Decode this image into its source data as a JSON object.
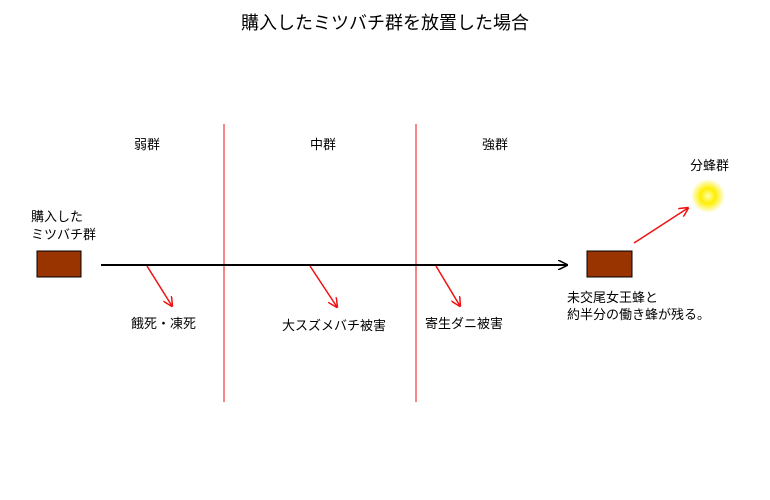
{
  "title": "購入したミツバチ群を放置した場合",
  "sections": [
    {
      "label": "弱群"
    },
    {
      "label": "中群"
    },
    {
      "label": "強群"
    }
  ],
  "start": {
    "label_line1": "購入した",
    "label_line2": "ミツバチ群"
  },
  "events": [
    {
      "label": "餓死・凍死"
    },
    {
      "label": "大スズメバチ被害"
    },
    {
      "label": "寄生ダニ被害"
    }
  ],
  "end": {
    "label_line1": "未交尾女王蜂と",
    "label_line2": "約半分の働き蜂が残る。"
  },
  "swarm": {
    "label": "分蜂群"
  },
  "colors": {
    "box_fill": "#993300",
    "divider": "#ee1111",
    "arrow_red": "#ee1111",
    "arrow_main": "#000000",
    "sun": "#ffee00"
  }
}
